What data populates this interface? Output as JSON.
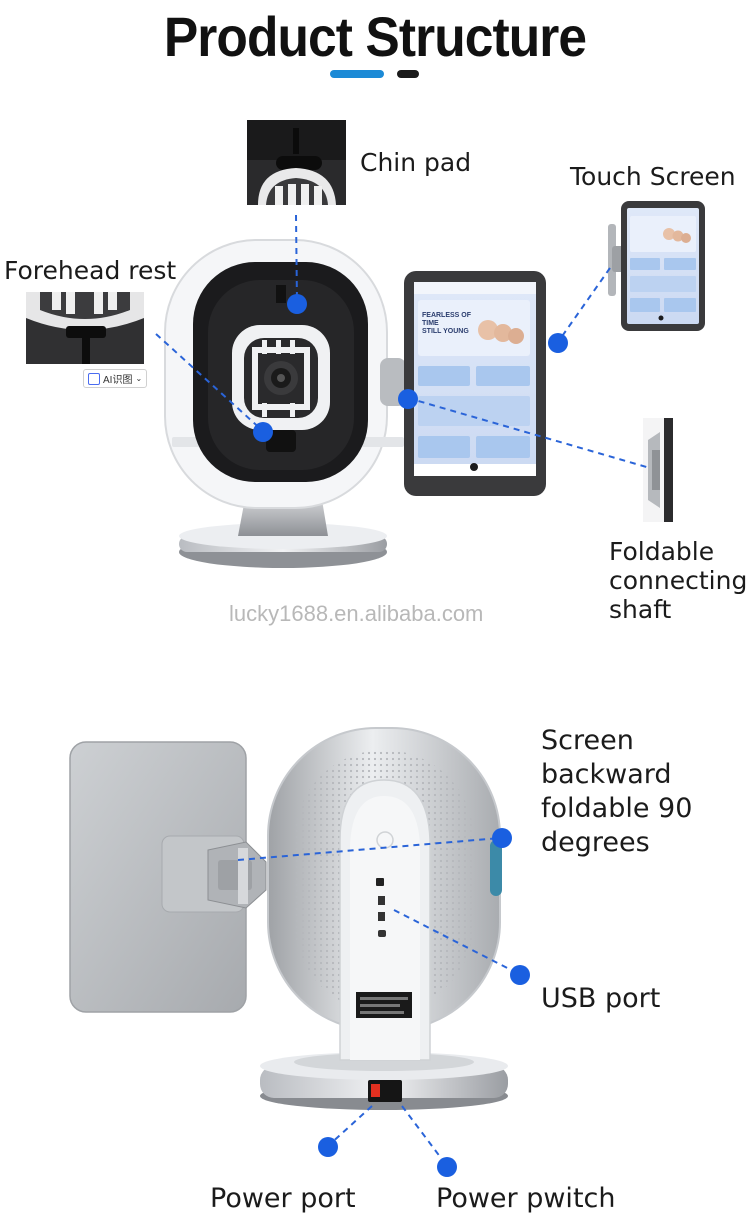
{
  "header": {
    "title": "Product Structure",
    "accent_colors": [
      "#1c8ad6",
      "#1a1a1a"
    ]
  },
  "top_section": {
    "labels": {
      "chin_pad": "Chin pad",
      "touch_screen": "Touch Screen",
      "forehead_rest": "Forehead rest",
      "foldable_shaft": [
        "Foldable",
        "connecting",
        "shaft"
      ]
    },
    "ai_badge": "AI识图",
    "watermark": "lucky1688.en.alibaba.com",
    "screen_text": {
      "headline": [
        "FEARLESS OF TIME",
        "STILL YOUNG"
      ]
    }
  },
  "bottom_section": {
    "labels": {
      "screen_fold": [
        "Screen",
        "backward",
        "foldable 90",
        "degrees"
      ],
      "usb_port": "USB port",
      "power_port": "Power port",
      "power_switch": "Power pwitch"
    }
  },
  "colors": {
    "callout_dot": "#1a5fe0",
    "callout_line": "#2a64d8",
    "device_white": "#f4f5f7",
    "device_dark": "#1c1c1e",
    "screen_bezel": "#3a3a3c"
  }
}
